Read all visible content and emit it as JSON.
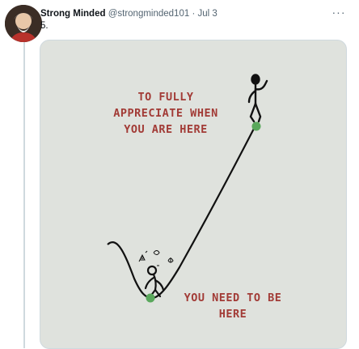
{
  "tweet": {
    "author_name": "Strong Minded",
    "handle": "@strongminded101",
    "separator": "·",
    "date": "Jul 3",
    "text": "5.",
    "more_icon": "more-horizontal-icon",
    "avatar_icon": "avatar-portrait"
  },
  "media": {
    "top_text": [
      "TO FULLY",
      "APPRECIATE WHEN",
      "YOU ARE HERE"
    ],
    "bottom_text": [
      "YOU NEED TO BE",
      "HERE"
    ],
    "colors": {
      "background": "#dfe2dd",
      "text": "#a23b36",
      "marker": "#5aa85c",
      "line": "#111111"
    }
  }
}
